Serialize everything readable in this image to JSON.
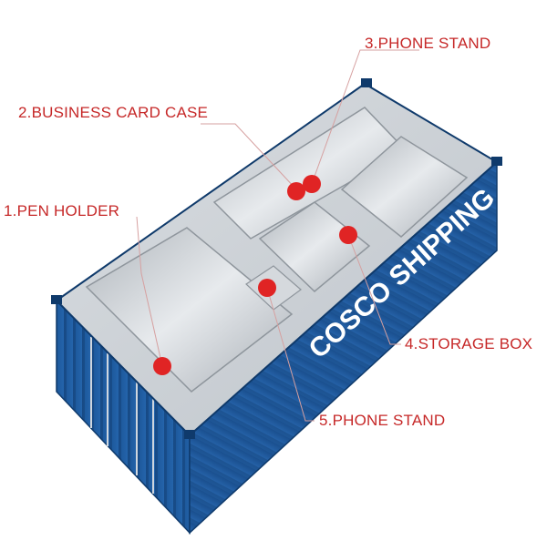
{
  "callouts": [
    {
      "number": "1",
      "text": "1.PEN HOLDER"
    },
    {
      "number": "2",
      "text": "2.BUSINESS CARD CASE"
    },
    {
      "number": "3",
      "text": "3.PHONE STAND"
    },
    {
      "number": "4",
      "text": "4.STORAGE BOX"
    },
    {
      "number": "5",
      "text": "5.PHONE STAND"
    }
  ],
  "container": {
    "brand_text": "COSCO SHIPPING",
    "body_color": "#1f5fa6",
    "tray_color": "#c9ced3",
    "accent_color": "#e02424"
  }
}
